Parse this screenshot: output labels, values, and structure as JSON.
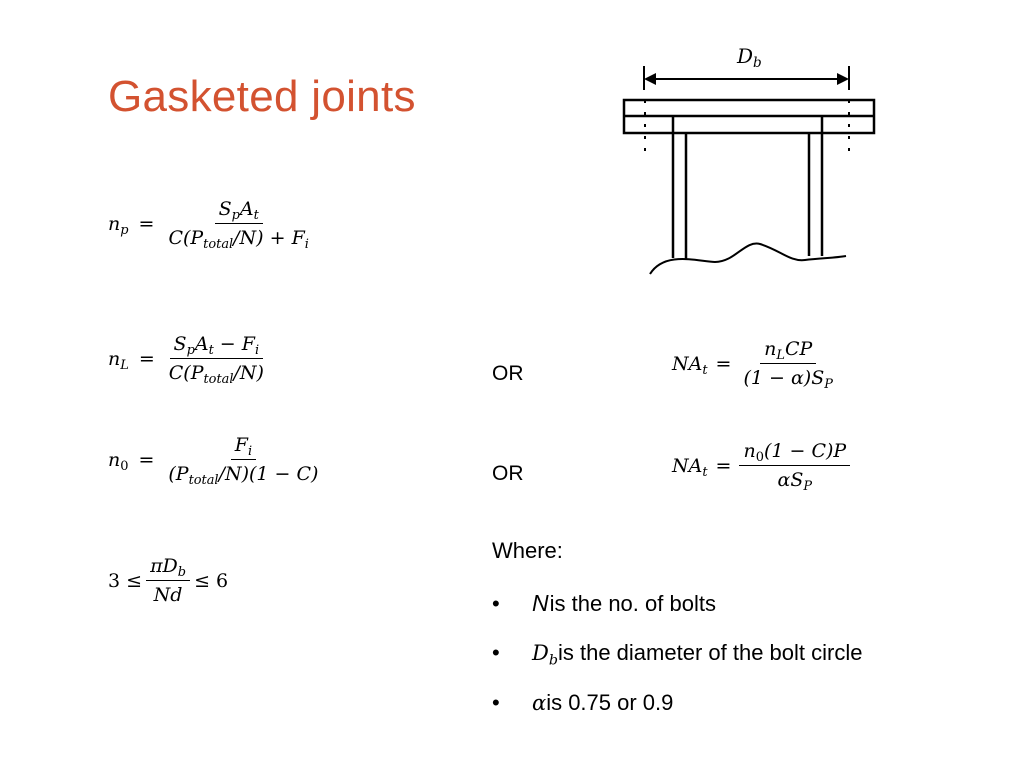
{
  "slide": {
    "title": "Gasketed joints"
  },
  "equations": {
    "np": {
      "lhs_var": "n",
      "lhs_sub": "p",
      "eq": "=",
      "num": [
        "S",
        "p",
        "A",
        "t"
      ],
      "den_prefix": "C(P",
      "den_sub": "total",
      "den_suffix": "/N) + F",
      "den_sub2": "i"
    },
    "nL": {
      "lhs_var": "n",
      "lhs_sub": "L",
      "eq": "=",
      "num_a": "S",
      "num_a_sub": "p",
      "num_b": "A",
      "num_b_sub": "t",
      "num_c": " − F",
      "num_c_sub": "i",
      "den_prefix": "C(P",
      "den_sub": "total",
      "den_suffix": "/N)"
    },
    "n0": {
      "lhs_var": "n",
      "lhs_sub": "0",
      "eq": "=",
      "num": "F",
      "num_sub": "i",
      "den_prefix": "(P",
      "den_sub": "total",
      "den_suffix": "/N)(1 − C)"
    },
    "ratio": {
      "left": "3 ≤",
      "num": "πD",
      "num_sub": "b",
      "den": "Nd",
      "right": "≤ 6"
    },
    "NAt1": {
      "lhs": "NA",
      "lhs_sub": "t",
      "eq": "=",
      "num": "n",
      "num_sub": "L",
      "num_rest": "CP",
      "den": "(1 − α)S",
      "den_sub": "P"
    },
    "NAt2": {
      "lhs": "NA",
      "lhs_sub": "t",
      "eq": "=",
      "num": "n",
      "num_sub": "0",
      "num_rest": "(1 − C)P",
      "den": "αS",
      "den_sub": "P"
    }
  },
  "or_labels": [
    "OR",
    "OR"
  ],
  "where": {
    "heading": "Where:",
    "bullets": [
      {
        "symbol": "N",
        "text": "is the no. of bolts"
      },
      {
        "symbol": "D",
        "symbol_sub": "b",
        "text": " is the diameter of the bolt circle"
      },
      {
        "symbol": "α",
        "text": " is 0.75 or 0.9"
      }
    ]
  },
  "diagram": {
    "label": "D",
    "label_sub": "b"
  },
  "colors": {
    "title": "#d35230",
    "text": "#000000"
  }
}
